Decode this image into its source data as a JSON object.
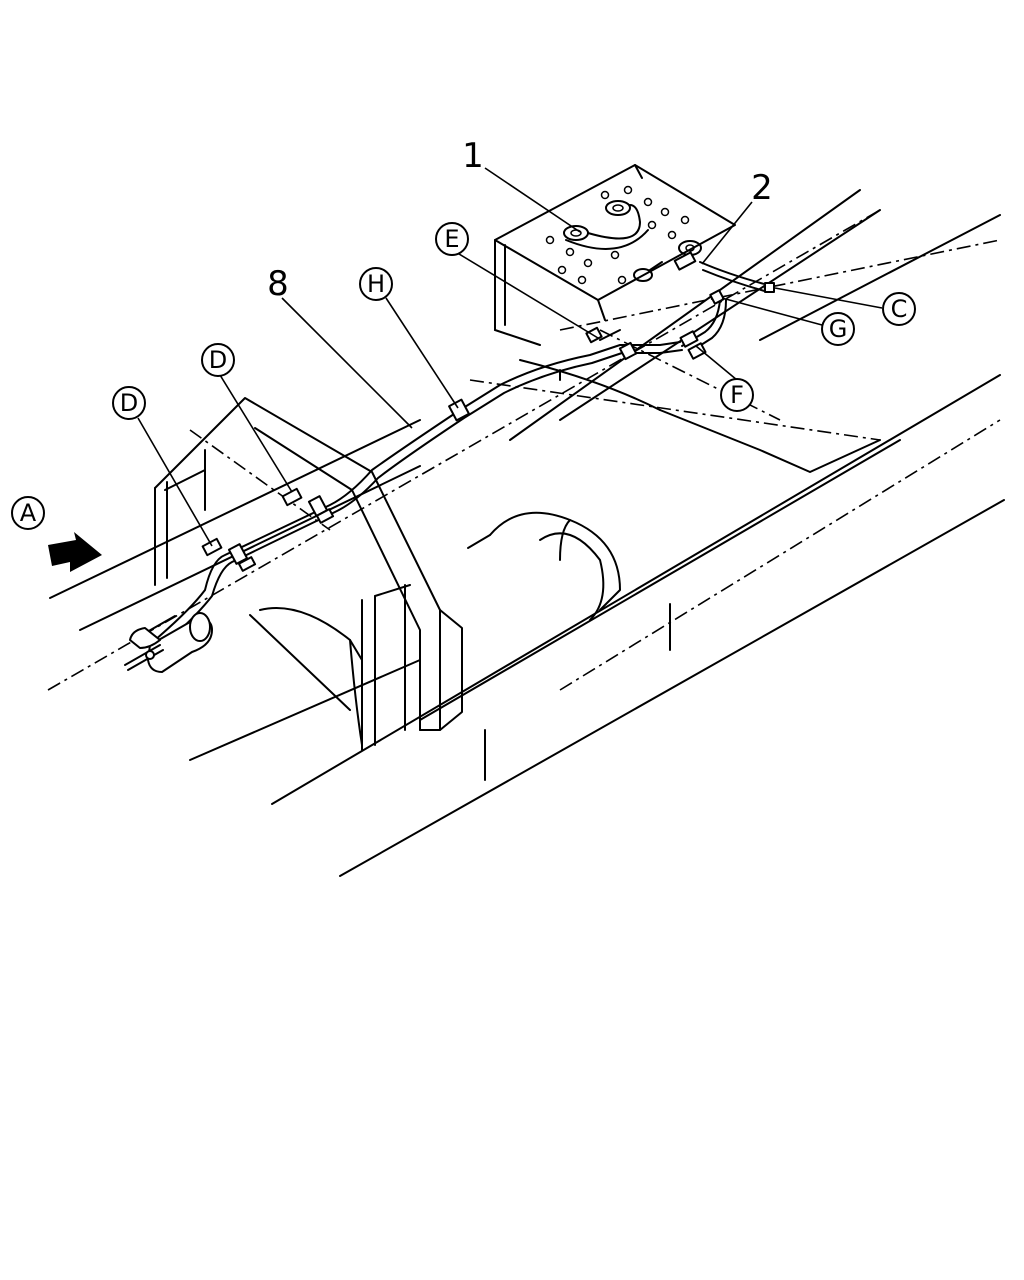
{
  "callouts": {
    "A": "A",
    "C": "C",
    "D1": "D",
    "D2": "D",
    "E": "E",
    "F": "F",
    "G": "G",
    "H": "H"
  },
  "part_numbers": {
    "p1": "1",
    "p2": "2",
    "p8": "8"
  }
}
